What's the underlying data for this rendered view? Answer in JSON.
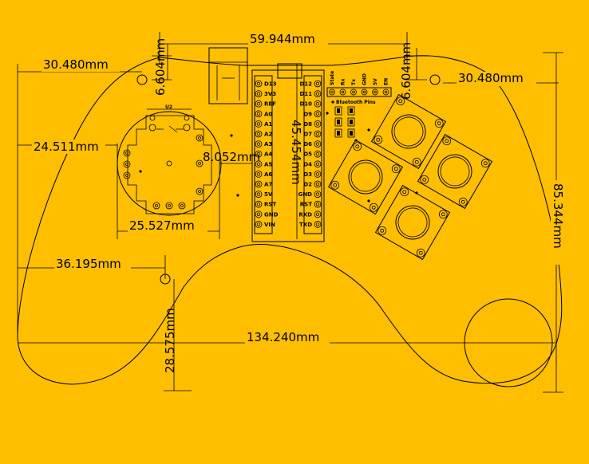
{
  "colors": {
    "background": "#FFBF00",
    "ink": "#000000"
  },
  "dimensions": {
    "top_width": "59.944mm",
    "left_hole_x": "30.480mm",
    "right_hole_x": "30.480mm",
    "left_hole_y": "6.604mm",
    "right_hole_y": "6.604mm",
    "joystick_x": "24.511mm",
    "joystick_width": "25.527mm",
    "joystick_gap": "8.052mm",
    "header_length": "45.454mm",
    "lower_hole_x": "36.195mm",
    "lower_hole_y": "28.575mm",
    "total_width": "134.240mm",
    "total_height": "85.344mm"
  },
  "joystick_label": "U2",
  "bluetooth_label": "Bluetooth Pins",
  "left_pins": [
    "D13",
    "3V3",
    "REF",
    "A0",
    "A1",
    "A2",
    "A3",
    "A4",
    "A5",
    "A6",
    "A7",
    "5V",
    "RST",
    "GND",
    "VIN"
  ],
  "right_pins": [
    "D12",
    "D11",
    "D10",
    "D9",
    "D8",
    "D7",
    "D6",
    "D5",
    "D4",
    "D3",
    "D2",
    "GND",
    "RST",
    "RXD",
    "TXD"
  ],
  "bluetooth_pins": [
    "State",
    "Rx",
    "Tx",
    "GND",
    "5V",
    "EN"
  ],
  "icons": {
    "mounting_hole": "mounting-hole-icon",
    "push_button": "push-button-icon",
    "joystick": "joystick-icon"
  }
}
